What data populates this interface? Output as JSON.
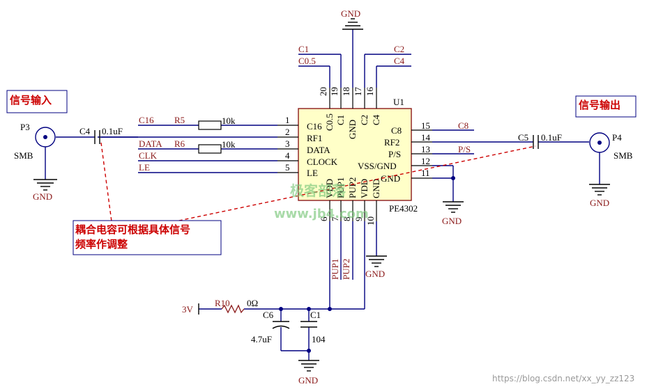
{
  "chip": {
    "ref": "U1",
    "part": "PE4302",
    "left_pins": [
      {
        "num": "1",
        "name": "C16"
      },
      {
        "num": "2",
        "name": "RF1"
      },
      {
        "num": "3",
        "name": "DATA"
      },
      {
        "num": "4",
        "name": "CLOCK"
      },
      {
        "num": "5",
        "name": "LE"
      }
    ],
    "right_pins": [
      {
        "num": "15",
        "name": "C8"
      },
      {
        "num": "14",
        "name": "RF2"
      },
      {
        "num": "13",
        "name": "P/S"
      },
      {
        "num": "12",
        "name": "VSS/GND"
      },
      {
        "num": "11",
        "name": "GND"
      }
    ],
    "top_pins": [
      {
        "num": "20",
        "name": "C0.5"
      },
      {
        "num": "19",
        "name": "C1"
      },
      {
        "num": "18",
        "name": "GND"
      },
      {
        "num": "17",
        "name": "C2"
      },
      {
        "num": "16",
        "name": "C4"
      }
    ],
    "bottom_pins": [
      {
        "num": "6",
        "name": "VDD"
      },
      {
        "num": "7",
        "name": "PUP1"
      },
      {
        "num": "8",
        "name": "PUP2"
      },
      {
        "num": "9",
        "name": "VDD"
      },
      {
        "num": "10",
        "name": "GND"
      }
    ]
  },
  "nets": {
    "left": [
      "C16",
      "DATA",
      "CLK",
      "LE"
    ],
    "top_left": [
      "C1",
      "C0.5"
    ],
    "top_right": [
      "C2",
      "C4"
    ],
    "right": [
      "C8",
      "P/S"
    ],
    "bottom": [
      "PUP1",
      "PUP2"
    ]
  },
  "components": {
    "r5": {
      "ref": "R5",
      "value": "10k"
    },
    "r6": {
      "ref": "R6",
      "value": "10k"
    },
    "c4": {
      "ref": "C4",
      "value": "0.1uF"
    },
    "c5": {
      "ref": "C5",
      "value": "0.1uF"
    },
    "r10": {
      "ref": "R10",
      "value": "0Ω"
    },
    "c6": {
      "ref": "C6",
      "value": "4.7uF"
    },
    "c1": {
      "ref": "C1",
      "value": "104"
    },
    "p3": {
      "ref": "P3",
      "type": "SMB"
    },
    "p4": {
      "ref": "P4",
      "type": "SMB"
    }
  },
  "power": {
    "vcc": "3V",
    "gnd": "GND"
  },
  "annotations": {
    "input_label": "信号输入",
    "output_label": "信号输出",
    "note_line1": "耦合电容可根据具体信号",
    "note_line2": "频率作调整"
  },
  "watermark": {
    "logo": "极客部落",
    "site": "www.jb4.com",
    "credit": "https://blog.csdn.net/xx_yy_zz123"
  },
  "colors": {
    "wire": "#000080",
    "net_label": "#8b1a1a",
    "annotation": "#cc0000"
  }
}
